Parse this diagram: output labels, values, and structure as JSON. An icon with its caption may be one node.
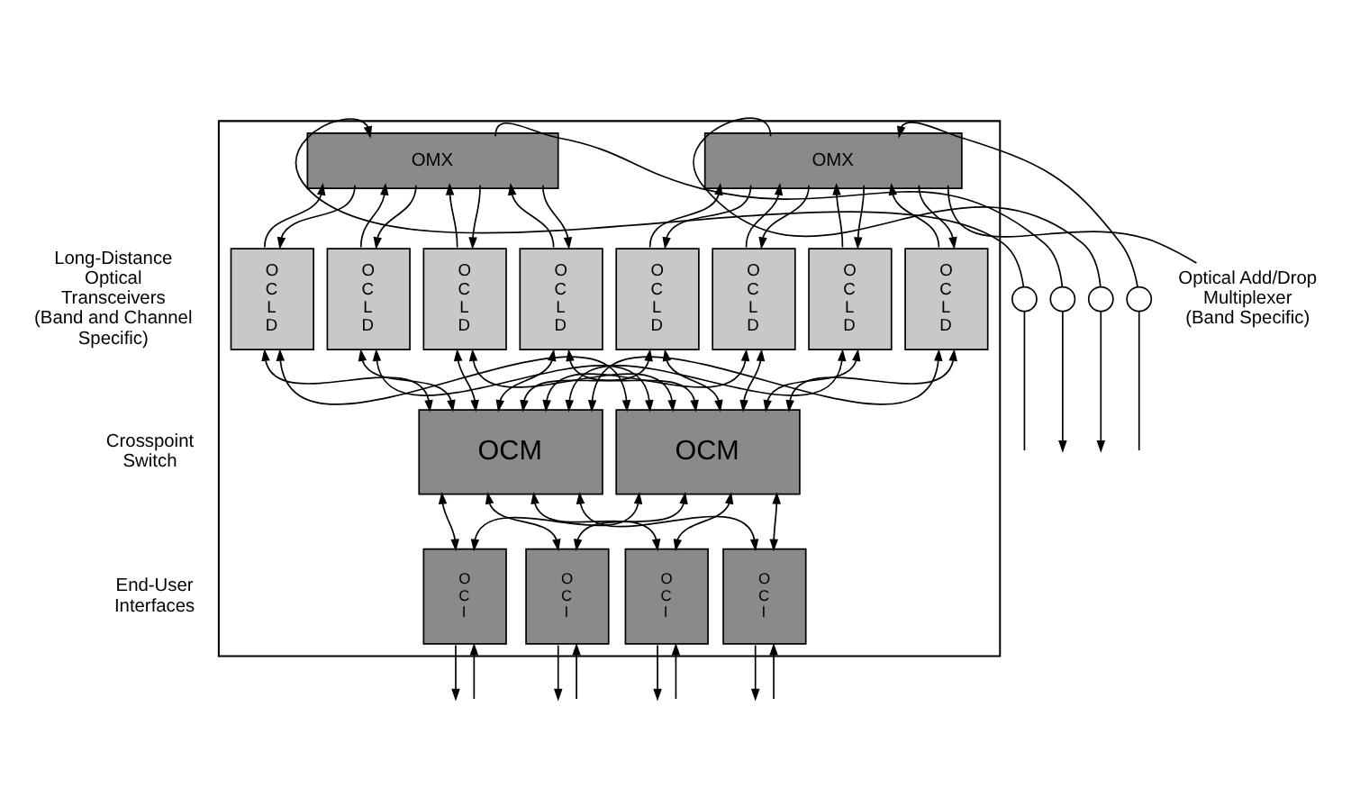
{
  "diagram": {
    "nodes": [
      {
        "text": [],
        "shape": "box"
      },
      {
        "text": [
          "OMX"
        ],
        "in": 0
      },
      {
        "text": [
          "OMX"
        ],
        "in": 0
      },
      {
        "text": [
          "O C L D"
        ],
        "in": 0
      },
      {
        "text": [
          "O C L D"
        ],
        "in": 0
      },
      {
        "text": [
          "O C L D"
        ],
        "in": 0
      },
      {
        "text": [
          "O C L D"
        ],
        "in": 0
      },
      {
        "text": [
          "O C L D"
        ],
        "in": 0
      },
      {
        "text": [
          "O C L D"
        ],
        "in": 0
      },
      {
        "text": [
          "O C L D"
        ],
        "in": 0
      },
      {
        "text": [
          "O C L D"
        ],
        "in": 0
      },
      {
        "text": [
          "OCM"
        ],
        "in": 0
      },
      {
        "text": [
          "OCM"
        ],
        "in": 0
      },
      {
        "text": [
          "O C I"
        ],
        "in": 0
      },
      {
        "text": [
          "O C I"
        ],
        "in": 0
      },
      {
        "text": [
          "O C I"
        ],
        "in": 0
      },
      {
        "text": [
          "O C I"
        ],
        "in": 0
      },
      {
        "text": [],
        "shape": "circle"
      },
      {
        "text": [],
        "shape": "circle"
      },
      {
        "text": [],
        "shape": "circle"
      },
      {
        "text": [],
        "shape": "circle"
      },
      {
        "text": [
          "Optical Add/Drop Multiplexer (Band Specific)"
        ]
      }
    ],
    "edges": [
      {
        "from": null,
        "to": 17,
        "arrow": "none"
      },
      {
        "from": 17,
        "to": 1,
        "arrow": "to"
      },
      {
        "from": 1,
        "to": 18,
        "arrow": "none"
      },
      {
        "from": 18,
        "to": null,
        "arrow": "to"
      },
      {
        "from": 2,
        "to": 19,
        "arrow": "none"
      },
      {
        "from": 19,
        "to": null,
        "arrow": "to"
      },
      {
        "from": null,
        "to": 20,
        "arrow": "none"
      },
      {
        "from": 20,
        "to": 2,
        "arrow": "to"
      },
      {
        "from": 3,
        "to": 1,
        "arrow": "to"
      },
      {
        "from": 1,
        "to": 3,
        "arrow": "to"
      },
      {
        "from": 4,
        "to": 1,
        "arrow": "to"
      },
      {
        "from": 1,
        "to": 4,
        "arrow": "to"
      },
      {
        "from": 5,
        "to": 1,
        "arrow": "to"
      },
      {
        "from": 1,
        "to": 5,
        "arrow": "to"
      },
      {
        "from": 6,
        "to": 1,
        "arrow": "to"
      },
      {
        "from": 1,
        "to": 6,
        "arrow": "to"
      },
      {
        "from": 7,
        "to": 2,
        "arrow": "to"
      },
      {
        "from": 2,
        "to": 7,
        "arrow": "to"
      },
      {
        "from": 8,
        "to": 2,
        "arrow": "to"
      },
      {
        "from": 2,
        "to": 8,
        "arrow": "to"
      },
      {
        "from": 9,
        "to": 2,
        "arrow": "to"
      },
      {
        "from": 2,
        "to": 9,
        "arrow": "to"
      },
      {
        "from": 10,
        "to": 2,
        "arrow": "to"
      },
      {
        "from": 2,
        "to": 10,
        "arrow": "to"
      },
      {
        "from": 3,
        "to": 11,
        "arrow": "both"
      },
      {
        "from": 3,
        "to": 12,
        "arrow": "both"
      },
      {
        "from": 4,
        "to": 11,
        "arrow": "both"
      },
      {
        "from": 4,
        "to": 12,
        "arrow": "both"
      },
      {
        "from": 5,
        "to": 11,
        "arrow": "both"
      },
      {
        "from": 5,
        "to": 12,
        "arrow": "both"
      },
      {
        "from": 6,
        "to": 11,
        "arrow": "both"
      },
      {
        "from": 6,
        "to": 12,
        "arrow": "both"
      },
      {
        "from": 7,
        "to": 11,
        "arrow": "both"
      },
      {
        "from": 7,
        "to": 12,
        "arrow": "both"
      },
      {
        "from": 8,
        "to": 11,
        "arrow": "both"
      },
      {
        "from": 8,
        "to": 12,
        "arrow": "both"
      },
      {
        "from": 9,
        "to": 11,
        "arrow": "both"
      },
      {
        "from": 9,
        "to": 12,
        "arrow": "both"
      },
      {
        "from": 10,
        "to": 11,
        "arrow": "both"
      },
      {
        "from": 10,
        "to": 12,
        "arrow": "both"
      },
      {
        "from": 11,
        "to": 13,
        "arrow": "both"
      },
      {
        "from": 11,
        "to": 14,
        "arrow": "both"
      },
      {
        "from": 11,
        "to": 15,
        "arrow": "both"
      },
      {
        "from": 11,
        "to": 16,
        "arrow": "both"
      },
      {
        "from": 12,
        "to": 13,
        "arrow": "both"
      },
      {
        "from": 12,
        "to": 14,
        "arrow": "both"
      },
      {
        "from": 12,
        "to": 15,
        "arrow": "both"
      },
      {
        "from": 12,
        "to": 16,
        "arrow": "both"
      },
      {
        "from": 13,
        "to": null,
        "arrow": "to"
      },
      {
        "from": null,
        "to": 13,
        "arrow": "to"
      },
      {
        "from": 14,
        "to": null,
        "arrow": "to"
      },
      {
        "from": null,
        "to": 14,
        "arrow": "to"
      },
      {
        "from": 15,
        "to": null,
        "arrow": "to"
      },
      {
        "from": null,
        "to": 15,
        "arrow": "to"
      },
      {
        "from": 16,
        "to": null,
        "arrow": "to"
      },
      {
        "from": null,
        "to": 16,
        "arrow": "to"
      },
      {
        "from": 21,
        "to": 2,
        "arrow": "none"
      }
    ],
    "labels": [
      "Long-Distance Optical Transceivers (Band and Channel Specific)",
      "Crosspoint Switch",
      "End-User Interfaces"
    ]
  }
}
